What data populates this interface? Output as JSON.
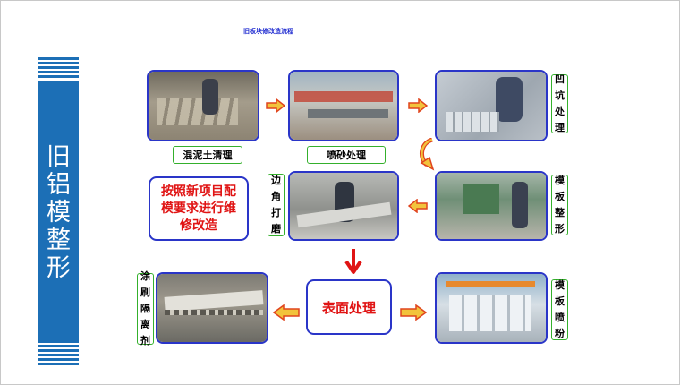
{
  "page": {
    "title": "旧板块修改造流程"
  },
  "sidebar": {
    "title": "旧铝模整形"
  },
  "steps": {
    "concrete_cleaning": "混泥土清理",
    "sandblasting": "喷砂处理",
    "dent_treatment": "凹坑处理",
    "template_shaping": "模板整形",
    "corner_grinding": "边角打磨",
    "surface_treatment": "表面处理",
    "template_spraying": "模板喷粉",
    "coating_release": "涂刷隔离剂"
  },
  "note": {
    "text": "按照新项目配模要求进行维修改造"
  },
  "colors": {
    "sidebar": "#1c6fb6",
    "box_border": "#2a35c8",
    "label_border": "#34b02c",
    "accent_text": "#e01414",
    "title_text": "#1f2bd0"
  }
}
